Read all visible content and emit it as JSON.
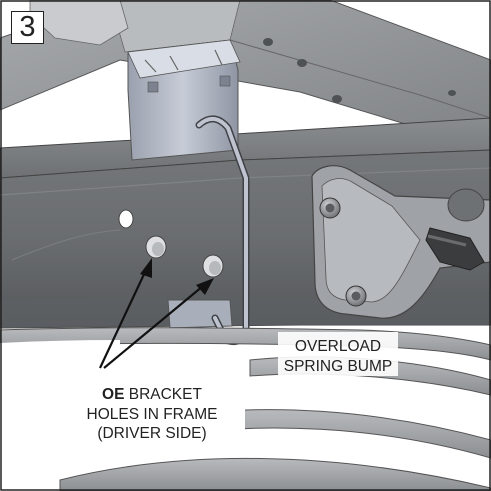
{
  "diagram": {
    "step_number": "3",
    "labels": {
      "oe_bracket": {
        "bold_prefix": "OE",
        "line1_rest": " BRACKET",
        "line2": "HOLES IN FRAME",
        "line3": "(DRIVER SIDE)"
      },
      "overload_bump": {
        "line1": "OVERLOAD",
        "line2": "SPRING BUMP"
      }
    }
  }
}
